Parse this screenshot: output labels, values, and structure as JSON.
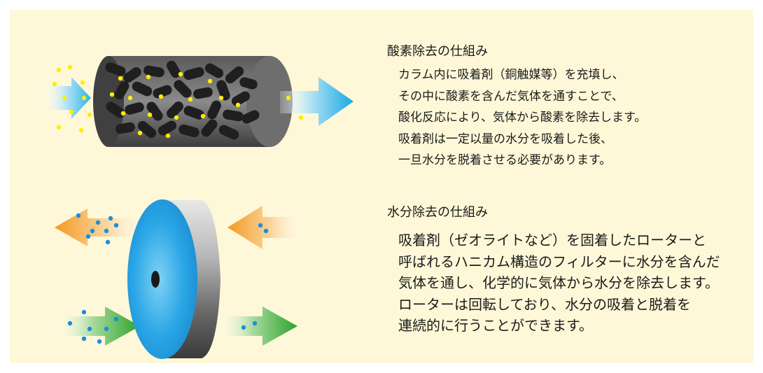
{
  "colors": {
    "background": "#fff8d8",
    "cylinder": "#4a4a4a",
    "pellet": "#1e1e1e",
    "oxygen_dot": "#ffee00",
    "water_dot": "#1a8fe0",
    "arrow_cyan": "#2fb3e8",
    "arrow_orange": "#f5a330",
    "arrow_green": "#3aaa35",
    "rotor_face": "#2aa6e6"
  },
  "oxygen_removal": {
    "title": "酸素除去の仕組み",
    "lines": [
      "カラム内に吸着剤（銅触媒等）を充填し、",
      "その中に酸素を含んだ気体を通すことで、",
      "酸化反応により、気体から酸素を除去します。",
      "吸着剤は一定以量の水分を吸着した後、",
      "一旦水分を脱着させる必要があります。"
    ]
  },
  "moisture_removal": {
    "title": "水分除去の仕組み",
    "lines": [
      "吸着剤（ゼオライトなど）を固着したローターと",
      "呼ばれるハニカム構造のフィルターに水分を含んだ",
      "気体を通し、化学的に気体から水分を除去します。",
      "ローターは回転しており、水分の吸着と脱着を",
      "連続的に行うことができます。"
    ]
  }
}
